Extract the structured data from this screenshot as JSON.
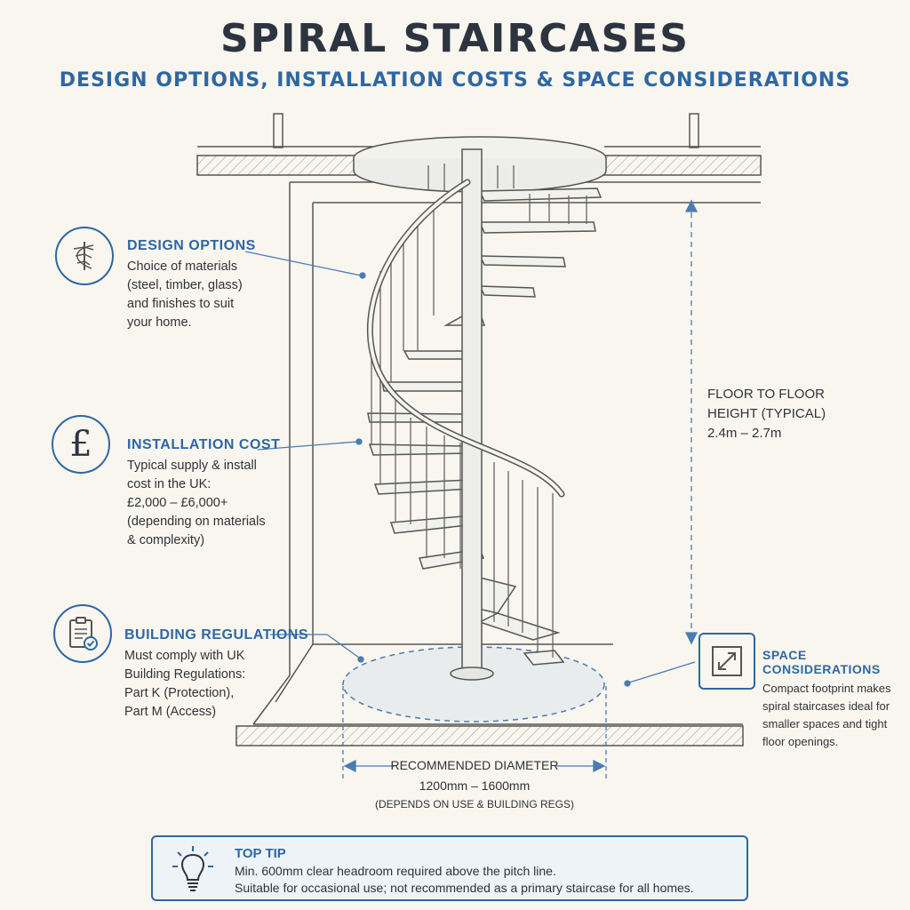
{
  "header": {
    "title": "SPIRAL STAIRCASES",
    "subtitle": "DESIGN OPTIONS, INSTALLATION COSTS & SPACE CONSIDERATIONS"
  },
  "callouts": {
    "design": {
      "heading": "DESIGN OPTIONS",
      "lines": [
        "Choice of materials",
        "(steel, timber, glass)",
        "and finishes to suit",
        "your home."
      ],
      "icon": "spiral-stair-icon"
    },
    "cost": {
      "heading": "INSTALLATION COST",
      "lines": [
        "Typical supply & install",
        "cost in the UK:",
        "£2,000 – £6,000+",
        "(depending on materials",
        "& complexity)"
      ],
      "icon": "pound-icon",
      "icon_glyph": "£"
    },
    "regs": {
      "heading": "BUILDING REGULATIONS",
      "lines": [
        "Must comply with UK",
        "Building Regulations:",
        "Part K (Protection),",
        "Part M (Access)"
      ],
      "icon": "clipboard-check-icon"
    },
    "space": {
      "heading": "SPACE CONSIDERATIONS",
      "lines": [
        "Compact footprint makes",
        "spiral staircases ideal for",
        "smaller spaces and tight",
        "floor openings."
      ],
      "icon": "resize-arrow-icon"
    }
  },
  "height_note": {
    "line1": "FLOOR TO FLOOR",
    "line2": "HEIGHT (TYPICAL)",
    "value": "2.4m – 2.7m"
  },
  "diameter_note": {
    "label": "RECOMMENDED DIAMETER",
    "value": "1200mm – 1600mm",
    "note": "(DEPENDS ON USE & BUILDING REGS)"
  },
  "tip": {
    "heading": "TOP TIP",
    "line1": "Min. 600mm clear headroom required above the pitch line.",
    "line2": "Suitable for occasional use; not recommended as a primary staircase for all homes.",
    "icon": "lightbulb-icon"
  },
  "colors": {
    "accent": "#2e67a3",
    "text": "#2c3440",
    "background": "#f8f6ee"
  }
}
